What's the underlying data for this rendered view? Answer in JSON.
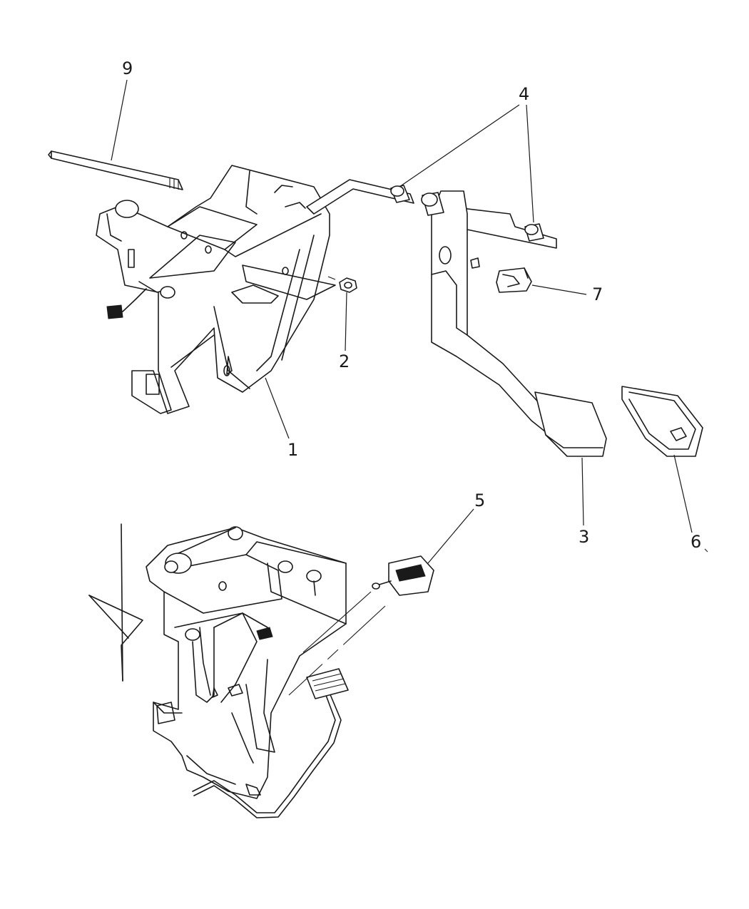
{
  "callouts": {
    "c1": "1",
    "c2": "2",
    "c3": "3",
    "c4": "4",
    "c5": "5",
    "c6": "6",
    "c7": "7",
    "c9": "9"
  }
}
